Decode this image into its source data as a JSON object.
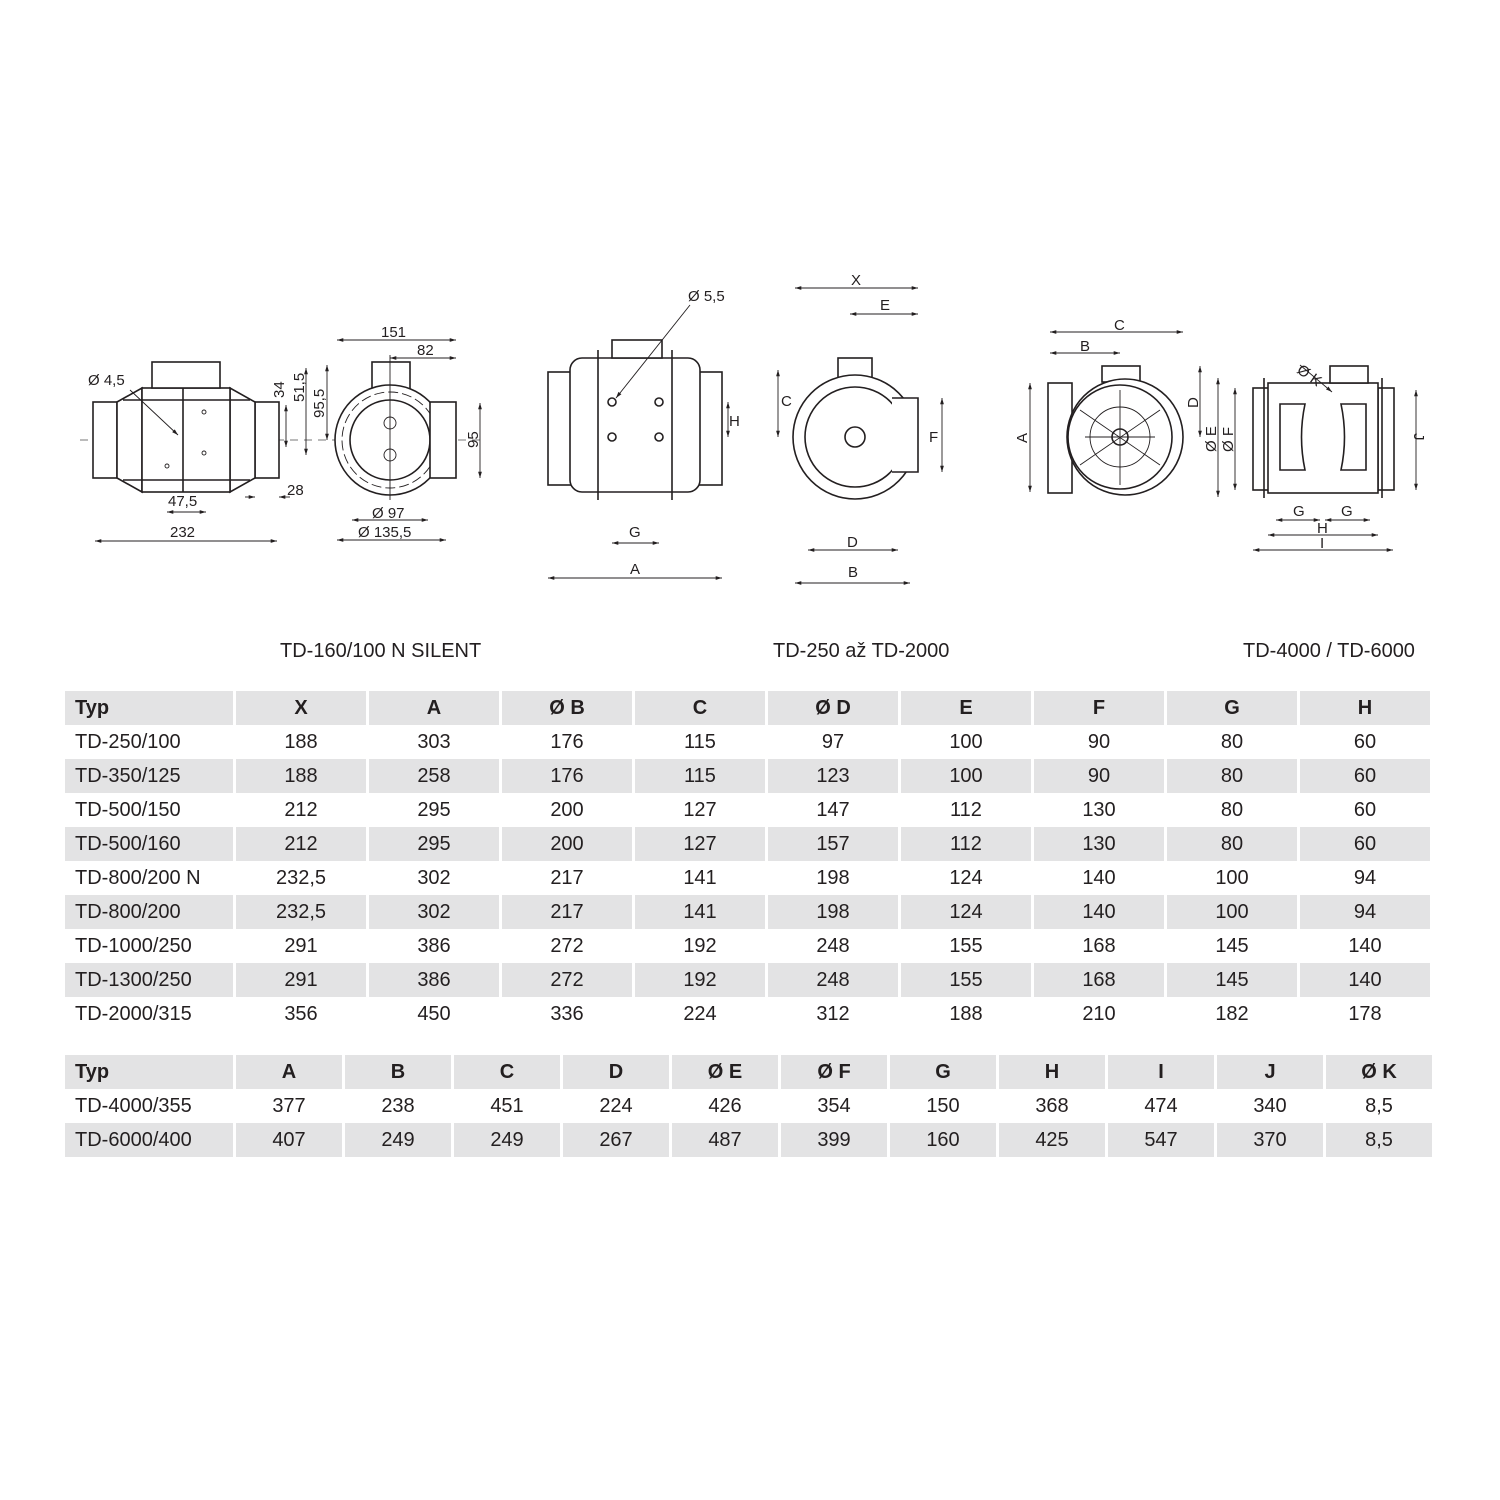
{
  "drawings": {
    "silent": {
      "caption": "TD-160/100 N SILENT",
      "labels": {
        "hole": "Ø 4,5",
        "d34": "34",
        "d51": "51,5",
        "d95_5": "95,5",
        "d47": "47,5",
        "d28": "28",
        "d232": "232",
        "d151": "151",
        "d82": "82",
        "d95": "95",
        "d97": "Ø 97",
        "d135": "Ø 135,5"
      }
    },
    "mid": {
      "caption": "TD-250 až TD-2000",
      "labels": {
        "hole": "Ø 5,5",
        "H": "H",
        "G": "G",
        "A": "A",
        "X": "X",
        "E": "E",
        "C": "C",
        "F": "F",
        "D": "D",
        "B": "B"
      }
    },
    "large": {
      "caption": "TD-4000 / TD-6000",
      "labels": {
        "C": "C",
        "B": "B",
        "D": "D",
        "A": "A",
        "K": "Ø K",
        "E": "Ø E",
        "F": "Ø F",
        "J": "J",
        "G": "G",
        "H": "H",
        "I": "I"
      }
    }
  },
  "table1": {
    "headers": [
      "Typ",
      "X",
      "A",
      "Ø B",
      "C",
      "Ø D",
      "E",
      "F",
      "G",
      "H"
    ],
    "rows": [
      [
        "TD-250/100",
        "188",
        "303",
        "176",
        "115",
        "97",
        "100",
        "90",
        "80",
        "60"
      ],
      [
        "TD-350/125",
        "188",
        "258",
        "176",
        "115",
        "123",
        "100",
        "90",
        "80",
        "60"
      ],
      [
        "TD-500/150",
        "212",
        "295",
        "200",
        "127",
        "147",
        "112",
        "130",
        "80",
        "60"
      ],
      [
        "TD-500/160",
        "212",
        "295",
        "200",
        "127",
        "157",
        "112",
        "130",
        "80",
        "60"
      ],
      [
        "TD-800/200 N",
        "232,5",
        "302",
        "217",
        "141",
        "198",
        "124",
        "140",
        "100",
        "94"
      ],
      [
        "TD-800/200",
        "232,5",
        "302",
        "217",
        "141",
        "198",
        "124",
        "140",
        "100",
        "94"
      ],
      [
        "TD-1000/250",
        "291",
        "386",
        "272",
        "192",
        "248",
        "155",
        "168",
        "145",
        "140"
      ],
      [
        "TD-1300/250",
        "291",
        "386",
        "272",
        "192",
        "248",
        "155",
        "168",
        "145",
        "140"
      ],
      [
        "TD-2000/315",
        "356",
        "450",
        "336",
        "224",
        "312",
        "188",
        "210",
        "182",
        "178"
      ]
    ]
  },
  "table2": {
    "headers": [
      "Typ",
      "A",
      "B",
      "C",
      "D",
      "Ø E",
      "Ø F",
      "G",
      "H",
      "I",
      "J",
      "Ø K"
    ],
    "rows": [
      [
        "TD-4000/355",
        "377",
        "238",
        "451",
        "224",
        "426",
        "354",
        "150",
        "368",
        "474",
        "340",
        "8,5"
      ],
      [
        "TD-6000/400",
        "407",
        "249",
        "249",
        "267",
        "487",
        "399",
        "160",
        "425",
        "547",
        "370",
        "8,5"
      ]
    ]
  },
  "colors": {
    "row_shade": "#e3e3e4",
    "text": "#231f20"
  }
}
